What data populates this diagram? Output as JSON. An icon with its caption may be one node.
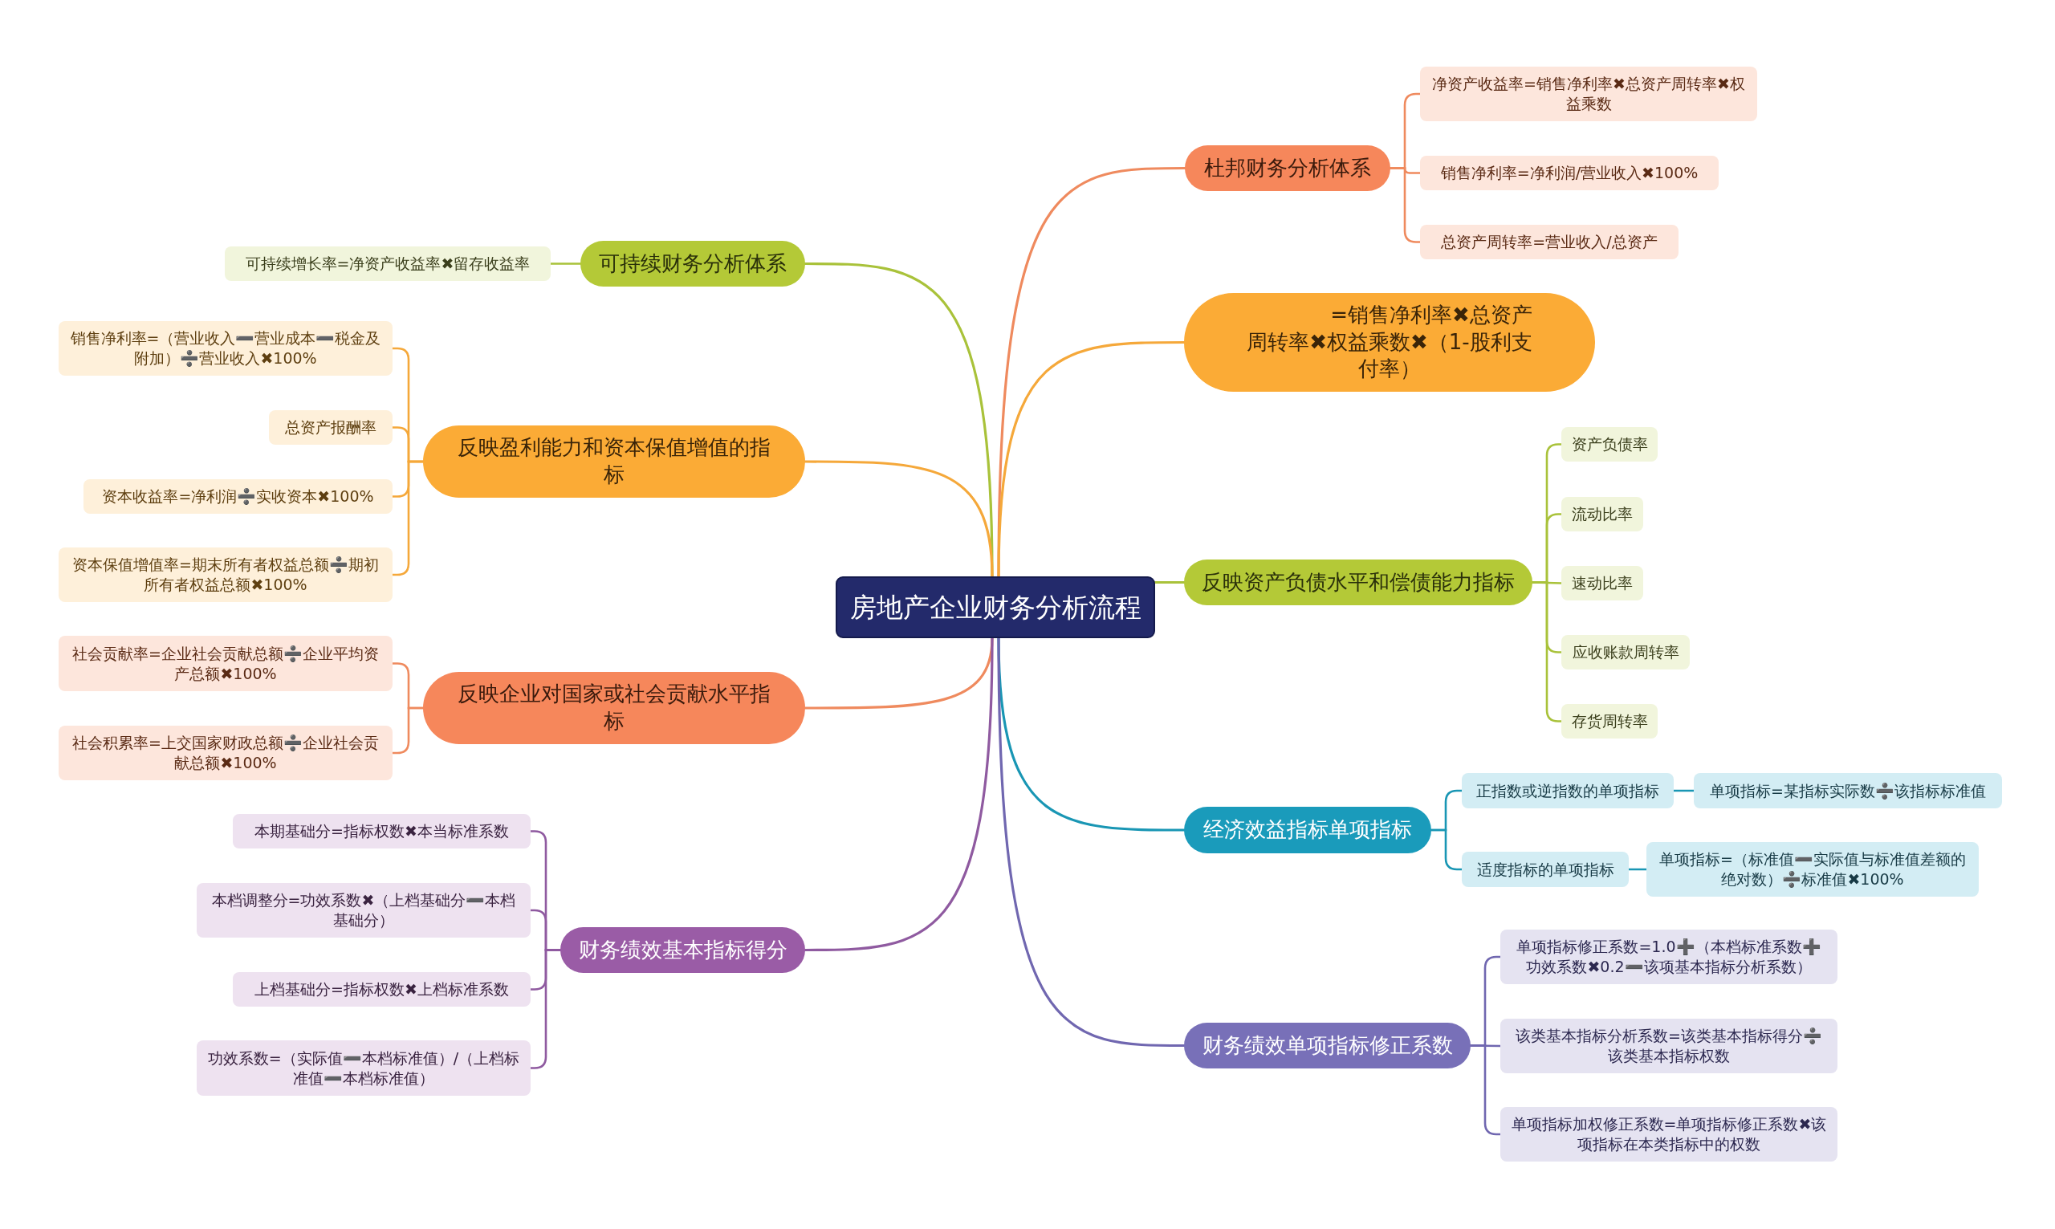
{
  "diagram": {
    "nodes": [
      {
        "text": [
          "房地产企业财务分析流程"
        ]
      },
      {
        "text": [
          "杜邦财务分析体系"
        ]
      },
      {
        "text": [
          "净资产收益率=销售净利率✖总资产周转率✖权益乘数"
        ]
      },
      {
        "text": [
          "销售净利率=净利润/营业收入✖100%"
        ]
      },
      {
        "text": [
          "总资产周转率=营业收入/总资产"
        ]
      },
      {
        "text": [
          "=销售净利率✖总资产周转率✖权益乘数✖（1-股利支付率）"
        ]
      },
      {
        "text": [
          "反映资产负债水平和偿债能力指标"
        ]
      },
      {
        "text": [
          "资产负债率"
        ]
      },
      {
        "text": [
          "流动比率"
        ]
      },
      {
        "text": [
          "速动比率"
        ]
      },
      {
        "text": [
          "应收账款周转率"
        ]
      },
      {
        "text": [
          "存货周转率"
        ]
      },
      {
        "text": [
          "经济效益指标单项指标"
        ]
      },
      {
        "text": [
          "正指数或逆指数的单项指标"
        ]
      },
      {
        "text": [
          "单项指标=某指标实际数➗该指标标准值"
        ]
      },
      {
        "text": [
          "适度指标的单项指标"
        ]
      },
      {
        "text": [
          "单项指标=（标准值➖实际值与标准值差额的绝对数）➗标准值✖100%"
        ]
      },
      {
        "text": [
          "财务绩效单项指标修正系数"
        ]
      },
      {
        "text": [
          "单项指标修正系数=1.0➕（本档标准系数➕功效系数✖0.2➖该项基本指标分析系数）"
        ]
      },
      {
        "text": [
          "该类基本指标分析系数=该类基本指标得分➗该类基本指标权数"
        ]
      },
      {
        "text": [
          "单项指标加权修正系数=单项指标修正系数✖该项指标在本类指标中的权数"
        ]
      },
      {
        "text": [
          "可持续财务分析体系"
        ]
      },
      {
        "text": [
          "可持续增长率=净资产收益率✖留存收益率"
        ]
      },
      {
        "text": [
          "反映盈利能力和资本保值增值的指标"
        ]
      },
      {
        "text": [
          "销售净利率=（营业收入➖营业成本➖税金及附加）➗营业收入✖100%"
        ]
      },
      {
        "text": [
          "总资产报酬率"
        ]
      },
      {
        "text": [
          "资本收益率=净利润➗实收资本✖100%"
        ]
      },
      {
        "text": [
          "资本保值增值率=期末所有者权益总额➗期初所有者权益总额✖100%"
        ]
      },
      {
        "text": [
          "反映企业对国家或社会贡献水平指标"
        ]
      },
      {
        "text": [
          "社会贡献率=企业社会贡献总额➗企业平均资产总额✖100%"
        ]
      },
      {
        "text": [
          "社会积累率=上交国家财政总额➗企业社会贡献总额✖100%"
        ]
      },
      {
        "text": [
          "财务绩效基本指标得分"
        ]
      },
      {
        "text": [
          "本期基础分=指标权数✖本当标准系数"
        ]
      },
      {
        "text": [
          "本档调整分=功效系数✖（上档基础分➖本档基础分）"
        ]
      },
      {
        "text": [
          "上档基础分=指标权数✖上档标准系数"
        ]
      },
      {
        "text": [
          "功效系数=（实际值➖本档标准值）/（上档标准值➖本档标准值）"
        ]
      }
    ],
    "edges": [
      {
        "from": 0,
        "to": 1,
        "arrow": "none",
        "color": "#ef8a5e"
      },
      {
        "from": 1,
        "to": 2,
        "arrow": "none",
        "color": "#ef8a5e"
      },
      {
        "from": 1,
        "to": 3,
        "arrow": "none",
        "color": "#ef8a5e"
      },
      {
        "from": 1,
        "to": 4,
        "arrow": "none",
        "color": "#ef8a5e"
      },
      {
        "from": 0,
        "to": 5,
        "arrow": "none",
        "color": "#f5a83a"
      },
      {
        "from": 0,
        "to": 6,
        "arrow": "none",
        "color": "#a9c23a"
      },
      {
        "from": 6,
        "to": 7,
        "arrow": "none",
        "color": "#a9c23a"
      },
      {
        "from": 6,
        "to": 8,
        "arrow": "none",
        "color": "#a9c23a"
      },
      {
        "from": 6,
        "to": 9,
        "arrow": "none",
        "color": "#a9c23a"
      },
      {
        "from": 6,
        "to": 10,
        "arrow": "none",
        "color": "#a9c23a"
      },
      {
        "from": 6,
        "to": 11,
        "arrow": "none",
        "color": "#a9c23a"
      },
      {
        "from": 0,
        "to": 12,
        "arrow": "none",
        "color": "#1996b4"
      },
      {
        "from": 12,
        "to": 13,
        "arrow": "none",
        "color": "#1996b4"
      },
      {
        "from": 13,
        "to": 14,
        "arrow": "none",
        "color": "#1996b4"
      },
      {
        "from": 12,
        "to": 15,
        "arrow": "none",
        "color": "#1996b4"
      },
      {
        "from": 15,
        "to": 16,
        "arrow": "none",
        "color": "#1996b4"
      },
      {
        "from": 0,
        "to": 17,
        "arrow": "none",
        "color": "#7067b0"
      },
      {
        "from": 17,
        "to": 18,
        "arrow": "none",
        "color": "#7067b0"
      },
      {
        "from": 17,
        "to": 19,
        "arrow": "none",
        "color": "#7067b0"
      },
      {
        "from": 17,
        "to": 20,
        "arrow": "none",
        "color": "#7067b0"
      },
      {
        "from": 0,
        "to": 21,
        "arrow": "none",
        "color": "#a9c23a"
      },
      {
        "from": 21,
        "to": 22,
        "arrow": "none",
        "color": "#a9c23a"
      },
      {
        "from": 0,
        "to": 23,
        "arrow": "none",
        "color": "#f5a83a"
      },
      {
        "from": 23,
        "to": 24,
        "arrow": "none",
        "color": "#f5a83a"
      },
      {
        "from": 23,
        "to": 25,
        "arrow": "none",
        "color": "#f5a83a"
      },
      {
        "from": 23,
        "to": 26,
        "arrow": "none",
        "color": "#f5a83a"
      },
      {
        "from": 23,
        "to": 27,
        "arrow": "none",
        "color": "#f5a83a"
      },
      {
        "from": 0,
        "to": 28,
        "arrow": "none",
        "color": "#ef8a5e"
      },
      {
        "from": 28,
        "to": 29,
        "arrow": "none",
        "color": "#ef8a5e"
      },
      {
        "from": 28,
        "to": 30,
        "arrow": "none",
        "color": "#ef8a5e"
      },
      {
        "from": 0,
        "to": 31,
        "arrow": "none",
        "color": "#8f5aa0"
      },
      {
        "from": 31,
        "to": 32,
        "arrow": "none",
        "color": "#8f5aa0"
      },
      {
        "from": 31,
        "to": 33,
        "arrow": "none",
        "color": "#8f5aa0"
      },
      {
        "from": 31,
        "to": 34,
        "arrow": "none",
        "color": "#8f5aa0"
      },
      {
        "from": 31,
        "to": 35,
        "arrow": "none",
        "color": "#8f5aa0"
      }
    ]
  }
}
